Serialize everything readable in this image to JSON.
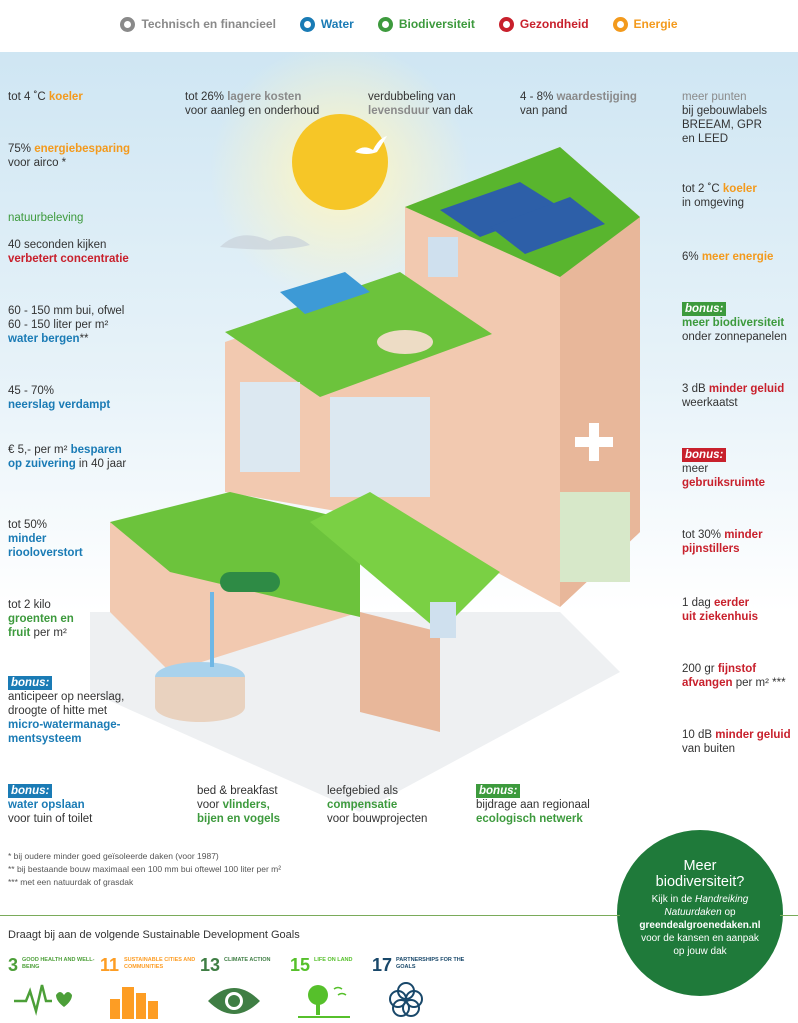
{
  "legend": [
    {
      "label": "Technisch en financieel",
      "color": "#8a8a8a",
      "icon": "euro-icon"
    },
    {
      "label": "Water",
      "color": "#1a7bb5",
      "icon": "water-drop-icon"
    },
    {
      "label": "Biodiversiteit",
      "color": "#3d9a3d",
      "icon": "leaf-icon"
    },
    {
      "label": "Gezondheid",
      "color": "#c8202c",
      "icon": "heart-icon"
    },
    {
      "label": "Energie",
      "color": "#f39a1d",
      "icon": "sun-icon"
    }
  ],
  "top": {
    "l1": {
      "a": "tot 4 ˚C ",
      "b": "koeler"
    },
    "costs": {
      "a": "tot 26% ",
      "b": "lagere kosten",
      "c": "voor aanleg en onderhoud"
    },
    "life": {
      "a": "verdubbeling van",
      "b": "levensduur",
      "c": " van dak"
    },
    "value": {
      "a": "4 - 8% ",
      "b": "waardestijging",
      "c": "van pand"
    },
    "points": {
      "a": "meer punten",
      "b": "bij gebouwlabels",
      "c": "BREEAM, GPR",
      "d": "en LEED"
    }
  },
  "left": {
    "energy": {
      "a": "75% ",
      "b": "energiebesparing",
      "c": "voor airco *"
    },
    "nature": {
      "a": "natuurbeleving"
    },
    "focus": {
      "a": "40 seconden kijken",
      "b": "verbetert concentratie"
    },
    "rain": {
      "a": "60 - 150 mm bui, ofwel",
      "b": "60 - 150 liter per m²",
      "c": "water bergen",
      "d": "**"
    },
    "evap": {
      "a": "45 - 70%",
      "b": "neerslag verdampt"
    },
    "save": {
      "a": "€ 5,- per m² ",
      "b": "besparen",
      "c": "op zuivering",
      "d": " in 40 jaar"
    },
    "sewer": {
      "a": "tot 50%",
      "b": "minder",
      "c": "riooloverstort"
    },
    "food": {
      "a": "tot 2 kilo",
      "b": "groenten en",
      "c": "fruit",
      "d": " per m²"
    },
    "micro": {
      "bonus": "bonus:",
      "a": "anticipeer op neerslag,",
      "b": "droogte of hitte met",
      "c": "micro-watermanage-",
      "d": "mentsysteem"
    },
    "store": {
      "bonus": "bonus:",
      "a": "water opslaan",
      "b": "voor tuin of toilet"
    }
  },
  "right": {
    "cooler2": {
      "a": "tot 2 ˚C ",
      "b": "koeler",
      "c": "in omgeving"
    },
    "energy6": {
      "a": "6% ",
      "b": "meer energie"
    },
    "biosolar": {
      "bonus": "bonus:",
      "a": "meer biodiversiteit",
      "b": "onder zonnepanelen"
    },
    "noise3": {
      "a": "3 dB ",
      "b": "minder geluid",
      "c": "weerkaatst"
    },
    "space": {
      "bonus": "bonus:",
      "a": "meer",
      "b": "gebruiksruimte"
    },
    "pain": {
      "a": "tot 30% ",
      "b": "minder",
      "c": "pijnstillers"
    },
    "hospital": {
      "a": "1 dag ",
      "b": "eerder",
      "c": "uit ziekenhuis"
    },
    "dust": {
      "a": "200 gr ",
      "b": "fijnstof",
      "c": "afvangen",
      "d": " per m² ***"
    },
    "noise10": {
      "a": "10 dB ",
      "b": "minder geluid",
      "c": "van buiten"
    }
  },
  "bottom": {
    "bnb": {
      "a": "bed & breakfast",
      "b": "voor ",
      "c": "vlinders,",
      "d": "bijen en vogels"
    },
    "habitat": {
      "a": "leefgebied als",
      "b": "compensatie",
      "c": "voor bouwprojecten"
    },
    "network": {
      "bonus": "bonus:",
      "a": "bijdrage aan regionaal",
      "b": "ecologisch netwerk"
    }
  },
  "notes": [
    "* bij oudere minder goed geïsoleerde daken (voor 1987)",
    "** bij bestaande bouw maximaal een 100 mm bui oftewel 100 liter per m²",
    "*** met een natuurdak of grasdak"
  ],
  "promo": {
    "title1": "Meer",
    "title2": "biodiversiteit?",
    "l1": "Kijk in de ",
    "l1i": "Handreiking",
    "l2": "Natuurdaken",
    "l2b": " op",
    "site": "greendealgroenedaken.nl",
    "l3": "voor de kansen en aanpak",
    "l4": "op jouw dak"
  },
  "sdg_title": "Draagt bij aan de volgende  Sustainable Development Goals",
  "sdgs": [
    {
      "num": "3",
      "label": "Good health and well-being",
      "color": "#4c9f38",
      "icon": "heartbeat-icon"
    },
    {
      "num": "11",
      "label": "Sustainable cities and communities",
      "color": "#fd9d24",
      "icon": "city-icon"
    },
    {
      "num": "13",
      "label": "Climate action",
      "color": "#3f7e44",
      "icon": "eye-globe-icon"
    },
    {
      "num": "15",
      "label": "Life on land",
      "color": "#56c02b",
      "icon": "tree-icon"
    },
    {
      "num": "17",
      "label": "Partnerships for the goals",
      "color": "#19486a",
      "icon": "rings-icon"
    }
  ]
}
